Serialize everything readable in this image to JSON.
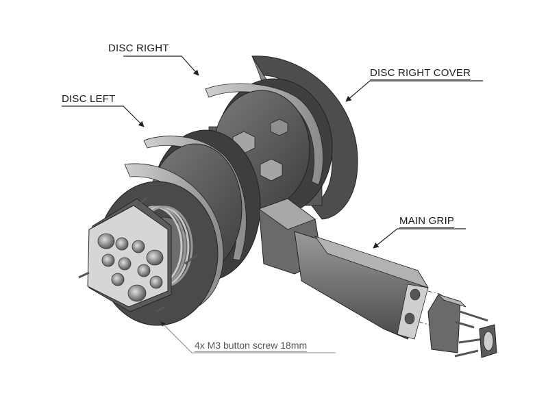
{
  "labels": {
    "disc_right": "DISC RIGHT",
    "disc_right_cover": "DISC RIGHT COVER",
    "disc_left": "DISC LEFT",
    "main_grip": "MAIN GRIP",
    "screws": "4x M3 button screw 18mm"
  },
  "colors": {
    "part_dark": "#4a4a4a",
    "part_mid": "#6b6b6b",
    "part_light": "#8c8c8c",
    "part_highlight": "#b5b5b5",
    "metal": "#9a9a9a",
    "line": "#222222"
  }
}
